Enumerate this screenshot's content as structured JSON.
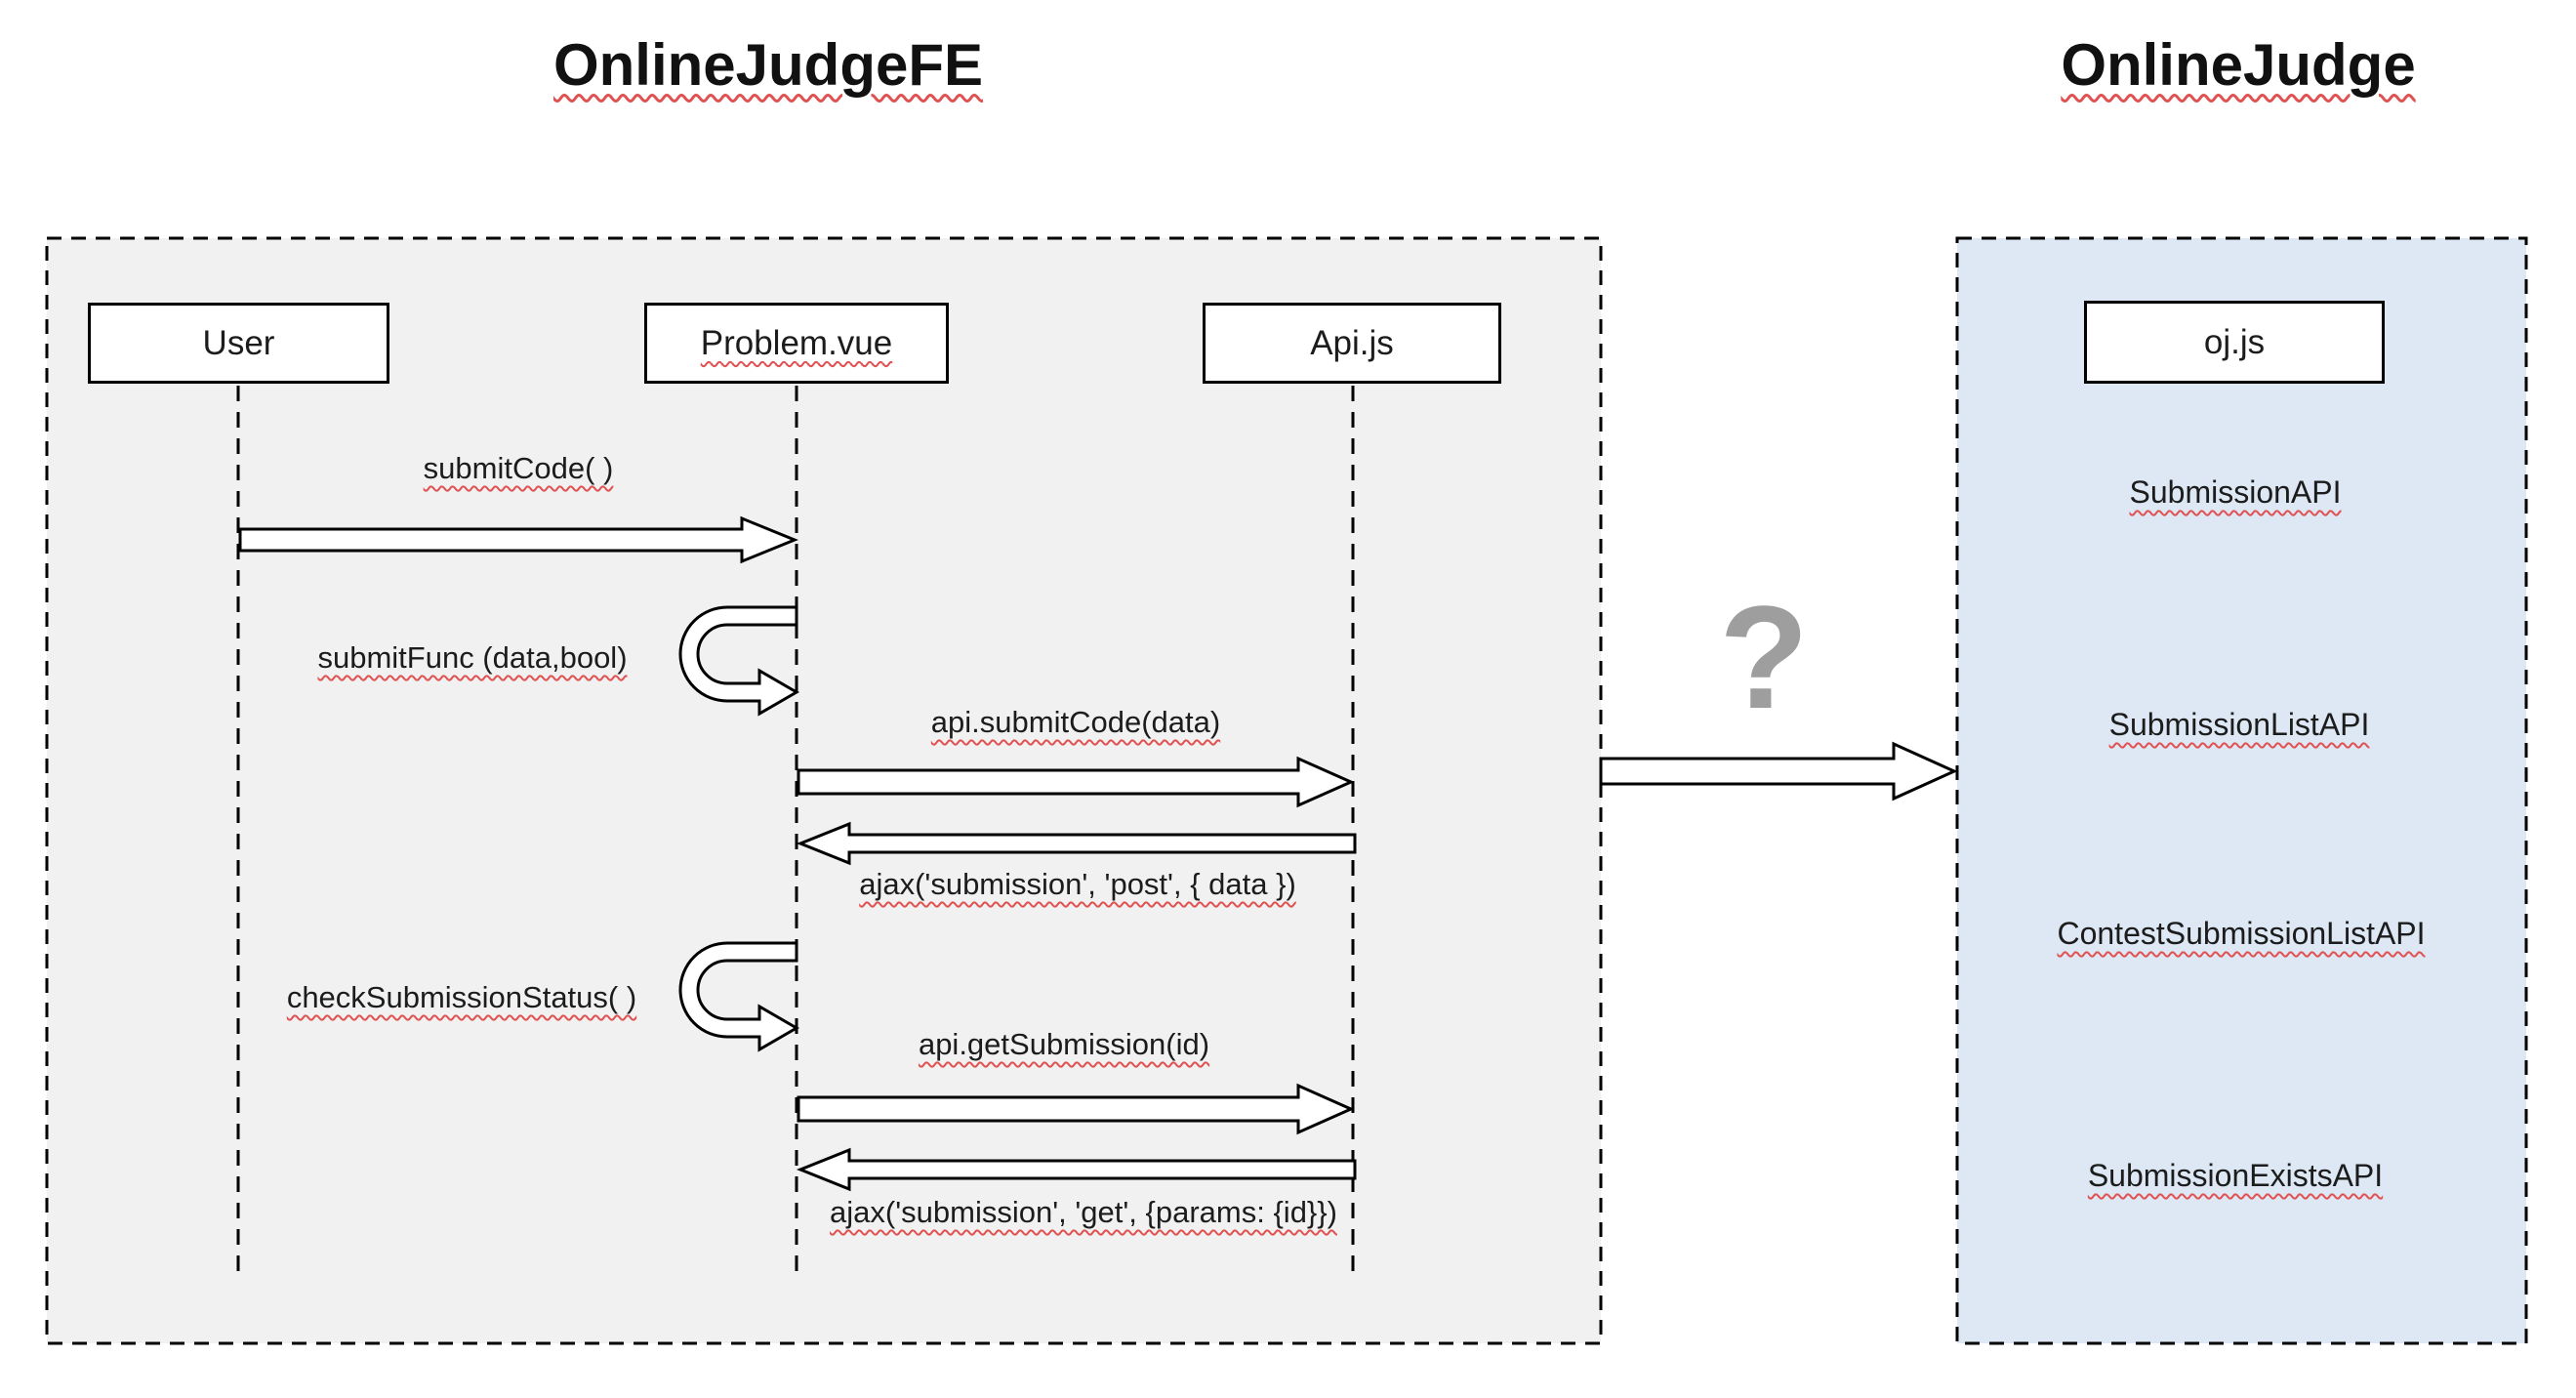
{
  "titles": {
    "left": "OnlineJudgeFE",
    "right": "OnlineJudge"
  },
  "frontend": {
    "actors": [
      {
        "label": "User"
      },
      {
        "label": "Problem.vue"
      },
      {
        "label": "Api.js"
      }
    ],
    "messages": [
      {
        "label": "submitCode( )",
        "type": "call",
        "from": "User",
        "to": "Problem.vue"
      },
      {
        "label": "submitFunc (data,bool)",
        "type": "self-call",
        "on": "Problem.vue"
      },
      {
        "label": "api.submitCode(data)",
        "type": "call",
        "from": "Problem.vue",
        "to": "Api.js"
      },
      {
        "label": "ajax('submission', 'post', { data })",
        "type": "return",
        "from": "Api.js",
        "to": "Problem.vue"
      },
      {
        "label": "checkSubmissionStatus( )",
        "type": "self-call",
        "on": "Problem.vue"
      },
      {
        "label": "api.getSubmission(id)",
        "type": "call",
        "from": "Problem.vue",
        "to": "Api.js"
      },
      {
        "label": "ajax('submission', 'get', {params: {id}})",
        "type": "return",
        "from": "Api.js",
        "to": "Problem.vue"
      }
    ]
  },
  "connector": {
    "question_mark": "?"
  },
  "backend": {
    "actor": {
      "label": "oj.js"
    },
    "apis": [
      {
        "label": "SubmissionAPI"
      },
      {
        "label": "SubmissionListAPI"
      },
      {
        "label": "ContestSubmissionListAPI"
      },
      {
        "label": "SubmissionExistsAPI"
      }
    ]
  },
  "colors": {
    "frontend_panel_bg": "#f1f1f1",
    "backend_panel_bg": "#dde8f4",
    "spellcheck_underline": "#e05252",
    "question_mark_gray": "#9e9e9e"
  }
}
